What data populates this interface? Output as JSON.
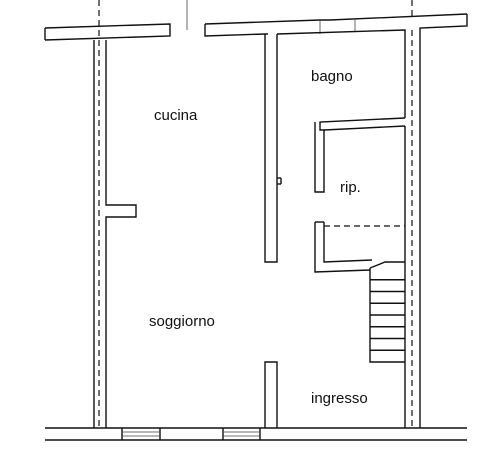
{
  "floor_plan": {
    "rooms": {
      "cucina": "cucina",
      "bagno": "bagno",
      "ripostiglio": "rip.",
      "soggiorno": "soggiorno",
      "ingresso": "ingresso"
    },
    "stair_steps": 8,
    "colors": {
      "background": "#ffffff",
      "line": "#111111"
    }
  }
}
